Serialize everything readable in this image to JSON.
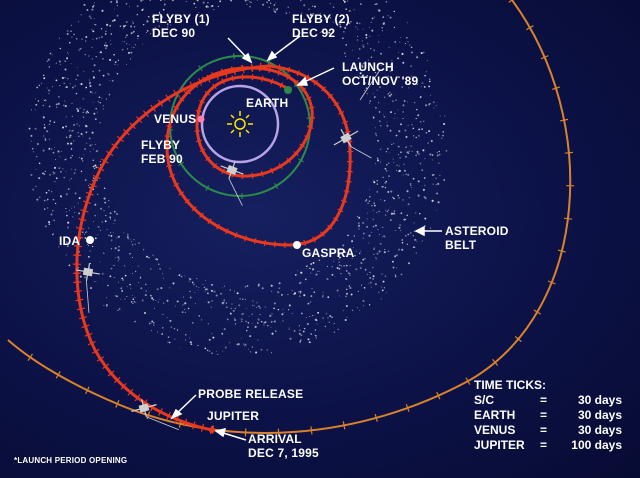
{
  "labels": {
    "flyby1": [
      "FLYBY (1)",
      "DEC 90"
    ],
    "flyby2": [
      "FLYBY (2)",
      "DEC 92"
    ],
    "launch": [
      "LAUNCH",
      "OCT/NOV '89"
    ],
    "earth": "EARTH",
    "venus": "VENUS",
    "flyby_venus": [
      "FLYBY",
      "FEB 90"
    ],
    "ida": "IDA",
    "gaspra": "GASPRA",
    "asteroid_belt": [
      "ASTEROID",
      "BELT"
    ],
    "probe_release": "PROBE RELEASE",
    "jupiter": "JUPITER",
    "arrival": [
      "ARRIVAL",
      "DEC 7, 1995"
    ],
    "footnote": "*LAUNCH PERIOD OPENING"
  },
  "time_ticks": {
    "title": "TIME TICKS:",
    "rows": [
      {
        "name": "S/C",
        "eq": "=",
        "value": "30 days"
      },
      {
        "name": "EARTH",
        "eq": "=",
        "value": "30 days"
      },
      {
        "name": "VENUS",
        "eq": "=",
        "value": "30 days"
      },
      {
        "name": "JUPITER",
        "eq": "=",
        "value": "100 days"
      }
    ]
  },
  "colors": {
    "trajectory": "#e8381e",
    "jupiter_orbit": "#d9822b",
    "earth_orbit": "#2c8a4a",
    "venus_orbit": "#b9a3e6",
    "sun": "#ffe600",
    "background": "#0c1247"
  }
}
